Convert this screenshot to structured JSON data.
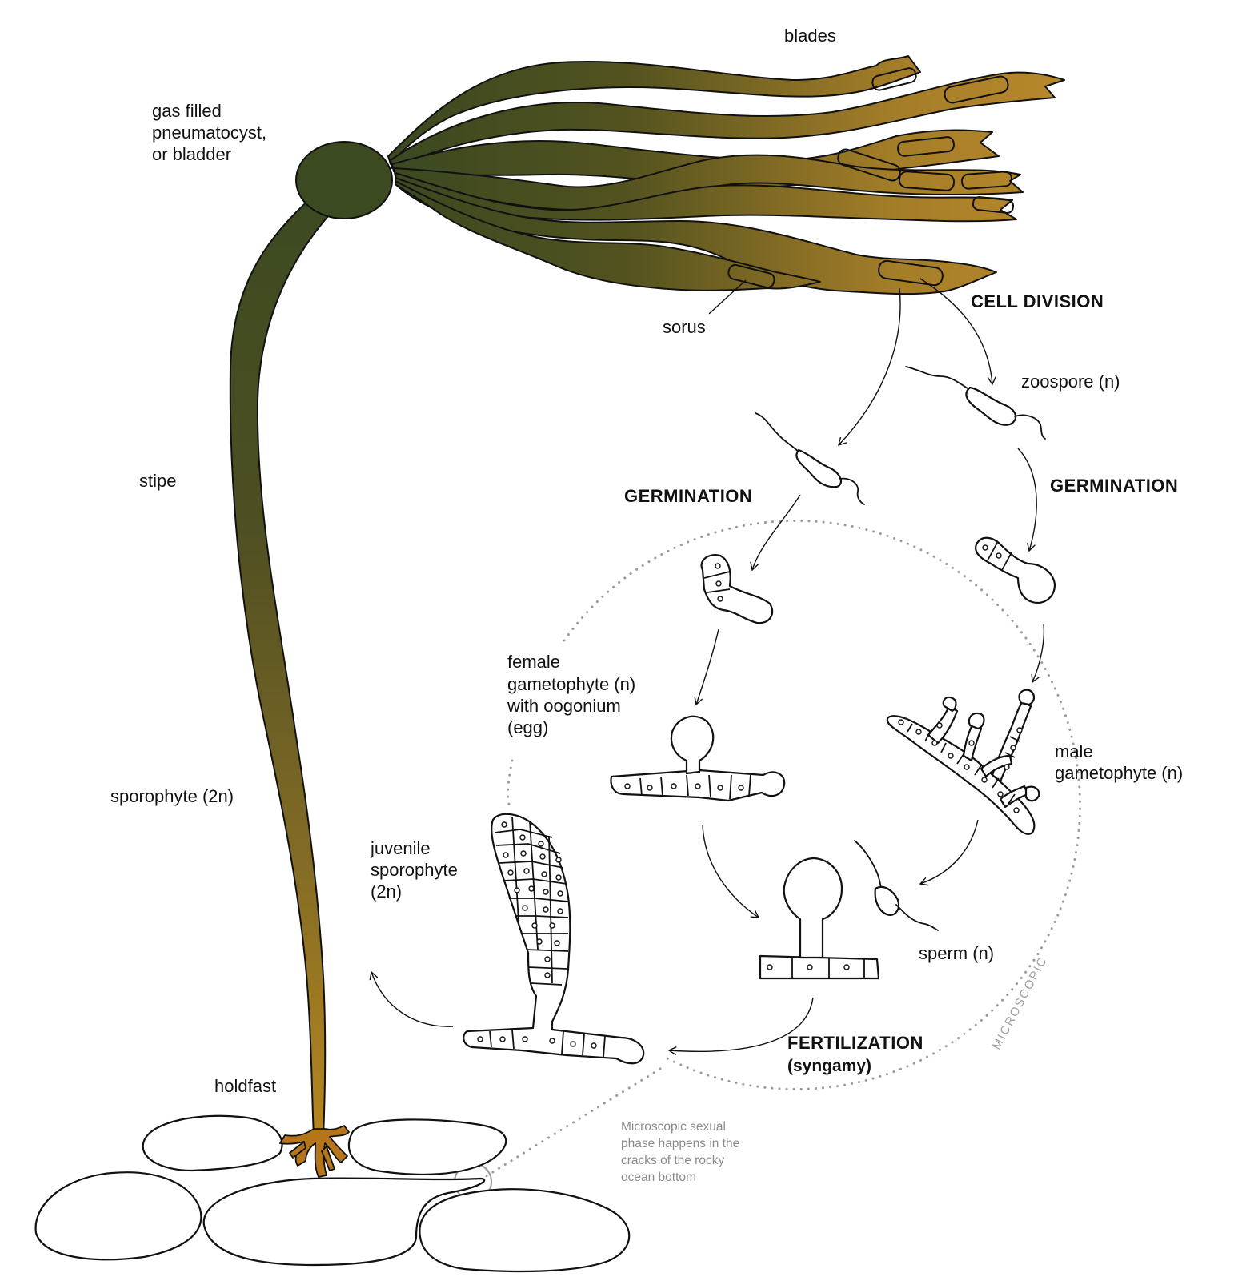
{
  "colors": {
    "kelp_dark": "#3c4a21",
    "kelp_light": "#b3862b",
    "holdfast": "#b5761b",
    "dotted": "#9a9a9a",
    "ink": "#111111"
  },
  "labels": {
    "blades": "blades",
    "bladder": [
      "gas filled",
      "pneumatocyst,",
      "or bladder"
    ],
    "stipe": "stipe",
    "sporophyte": "sporophyte (2n)",
    "holdfast": "holdfast",
    "sorus": "sorus",
    "zoospore": "zoospore (n)",
    "female_gametophyte": [
      "female",
      "gametophyte (n)",
      "with oogonium",
      "(egg)"
    ],
    "male_gametophyte": [
      "male",
      "gametophyte (n)"
    ],
    "juvenile_sporophyte": [
      "juvenile",
      "sporophyte",
      "(2n)"
    ],
    "sperm": "sperm (n)"
  },
  "stages": {
    "cell_division": "CELL DIVISION",
    "germination_left": "GERMINATION",
    "germination_right": "GERMINATION",
    "fertilization": "FERTILIZATION",
    "fertilization_sub": "(syngamy)"
  },
  "microscopic_label": "MICROSCOPIC",
  "note": [
    "Microscopic sexual",
    "phase happens in the",
    "cracks of the rocky",
    "ocean bottom"
  ]
}
